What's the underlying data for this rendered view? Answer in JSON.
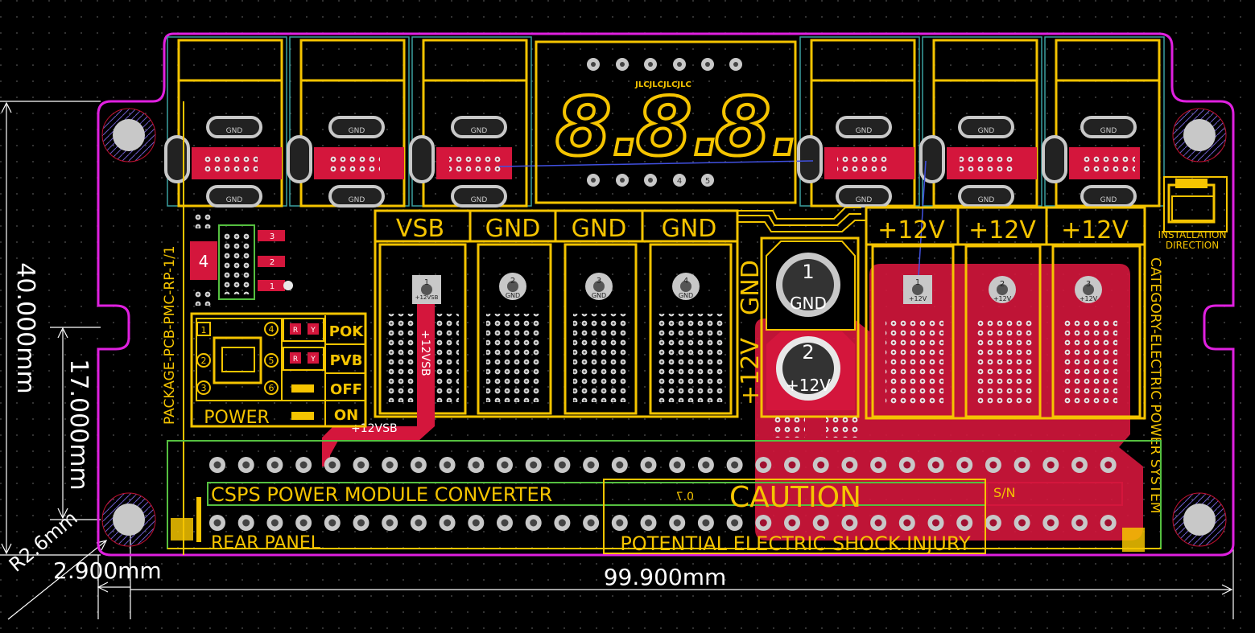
{
  "dimensions": {
    "height": "40.000mm",
    "mount_offset": "17.000mm",
    "corner_radius": "R2.6mm",
    "edge_offset": "2.900mm",
    "width": "99.900mm"
  },
  "board": {
    "package_label": "PACKAGE-PCB-PMC-RP-1/1",
    "category_label": "CATEGORY-ELECTRIC POWER SYSTEM",
    "installation_label_1": "INSTALLATION",
    "installation_label_2": "DIRECTION"
  },
  "display": {
    "brand": "JLCJLCJLCJLC",
    "digits": [
      "8.",
      "8.",
      "8."
    ],
    "top_pins": [
      "",
      "",
      "",
      "",
      "",
      ""
    ],
    "bottom_pins": [
      "",
      "",
      "",
      "4",
      "5"
    ]
  },
  "connectors": {
    "pin_gnd": "GND",
    "pin_12v": "+12V",
    "pin_top_num": "2",
    "pin_bottom_num": "1",
    "pin_side_num": "3"
  },
  "terminals_left": {
    "labels": [
      "VSB",
      "GND",
      "GND",
      "GND"
    ],
    "pad_numbers": [
      "1",
      "2",
      "3",
      "4"
    ],
    "pad_labels": [
      "+12VSB",
      "GND",
      "GND",
      "GND"
    ],
    "trace_label": "+12VSB",
    "trace_label_bottom": "+12VSB"
  },
  "terminals_right": {
    "labels": [
      "+12V",
      "+12V",
      "+12V"
    ],
    "pad_numbers": [
      "1",
      "2",
      "3"
    ],
    "pad_labels": [
      "+12V",
      "+12V",
      "+12V"
    ]
  },
  "capacitor": {
    "side_labels": [
      "GND",
      "+12V"
    ],
    "c1_number": "1",
    "c1_label": "GND",
    "c2_number": "2",
    "c2_label": "+12V"
  },
  "header": {
    "number": "4",
    "pins": [
      "3",
      "2",
      "1"
    ]
  },
  "power_switch": {
    "pin_numbers": [
      "1",
      "4",
      "2",
      "5",
      "3",
      "6"
    ],
    "led_letters": [
      "R",
      "Y"
    ],
    "status_labels": [
      "POK",
      "PVB",
      "OFF",
      "ON"
    ],
    "title": "POWER"
  },
  "footer": {
    "module_title": "CSPS POWER MODULE CONVERTER",
    "rear_panel": "REAR PANEL",
    "version": "0.7",
    "caution": "CAUTION",
    "caution_sub": "POTENTIAL ELECTRIC SHOCK INJURY",
    "serial": "S/N"
  },
  "colors": {
    "background": "#000000",
    "board_outline": "#e020e0",
    "silkscreen": "#f5c400",
    "copper": "#d4163c",
    "pad": "#c8c8c8",
    "outline_cyan": "#3aa0a0",
    "outline_green": "#55c040",
    "dimension": "#ffffff",
    "trace_blue": "#4050e0"
  }
}
